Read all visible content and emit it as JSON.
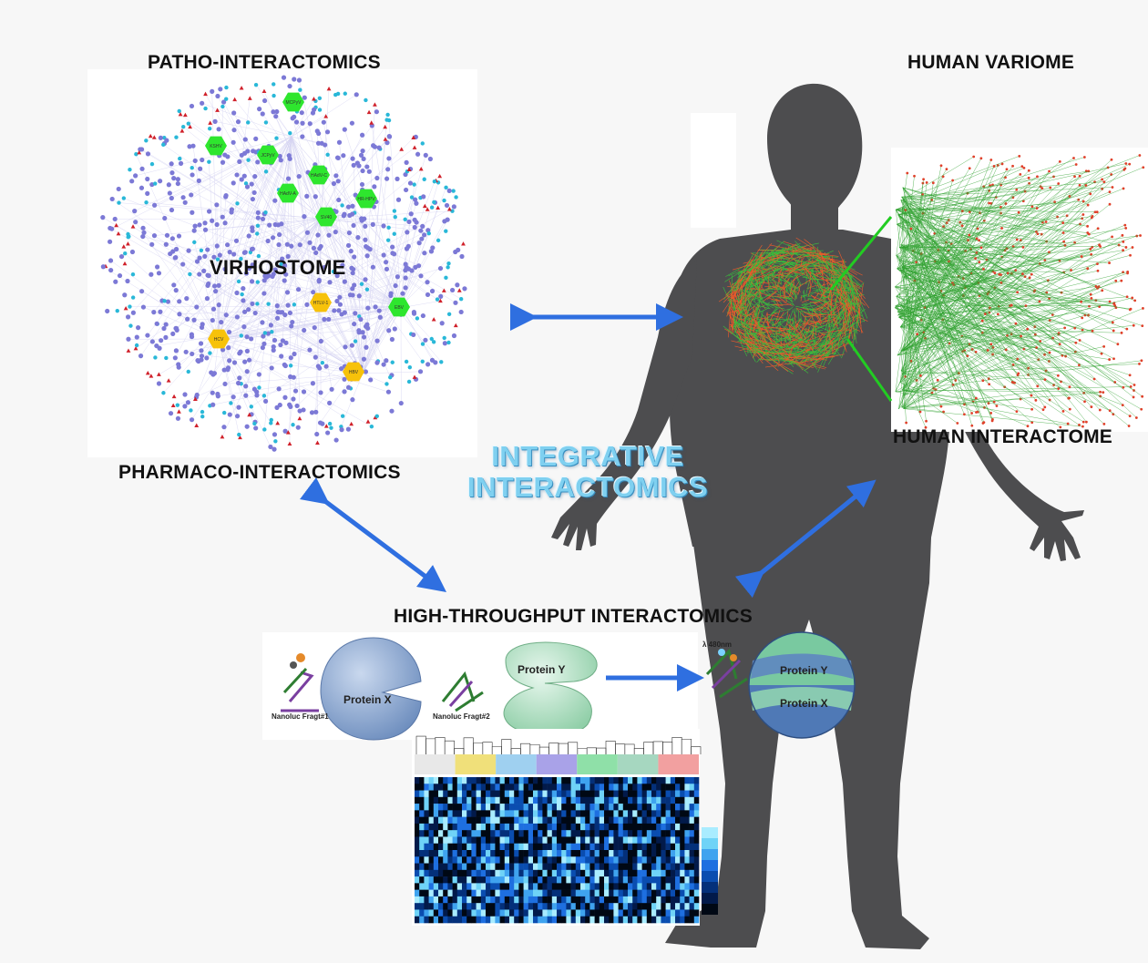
{
  "labels": {
    "patho": "PATHO-INTERACTOMICS",
    "human_variome": "HUMAN VARIOME",
    "virhostome": "VIRHOSTOME",
    "pharmaco": "PHARMACO-INTERACTOMICS",
    "integrative_line1": "INTEGRATIVE",
    "integrative_line2": "INTERACTOMICS",
    "human_interactome": "HUMAN INTERACTOME",
    "high_throughput": "HIGH-THROUGHPUT INTERACTOMICS"
  },
  "virus_nodes_green": [
    "MCPyV",
    "KSHV",
    "JCPyV",
    "HAdV-C",
    "HAdV-A",
    "HR-HPV",
    "SV40",
    "EBV"
  ],
  "virus_nodes_yellow": [
    "HTLV-1",
    "HCV",
    "HBV"
  ],
  "assay": {
    "protein_x": "Protein X",
    "protein_y": "Protein Y",
    "fragment1": "Nanoluc Fragt#1",
    "fragment2": "Nanoluc Fragt#2",
    "wavelength": "λ 480nm"
  },
  "colors": {
    "arrow": "#2f6fe0",
    "silhouette": "#4d4d4f",
    "virus_green": "#2ee62e",
    "virus_yellow": "#f7c20a",
    "host_node": "#7c79d6",
    "drug_node": "#d0202a",
    "cyan_node": "#29b8d8",
    "interactome_green": "#2fa12f",
    "interactome_red": "#e0402a"
  }
}
